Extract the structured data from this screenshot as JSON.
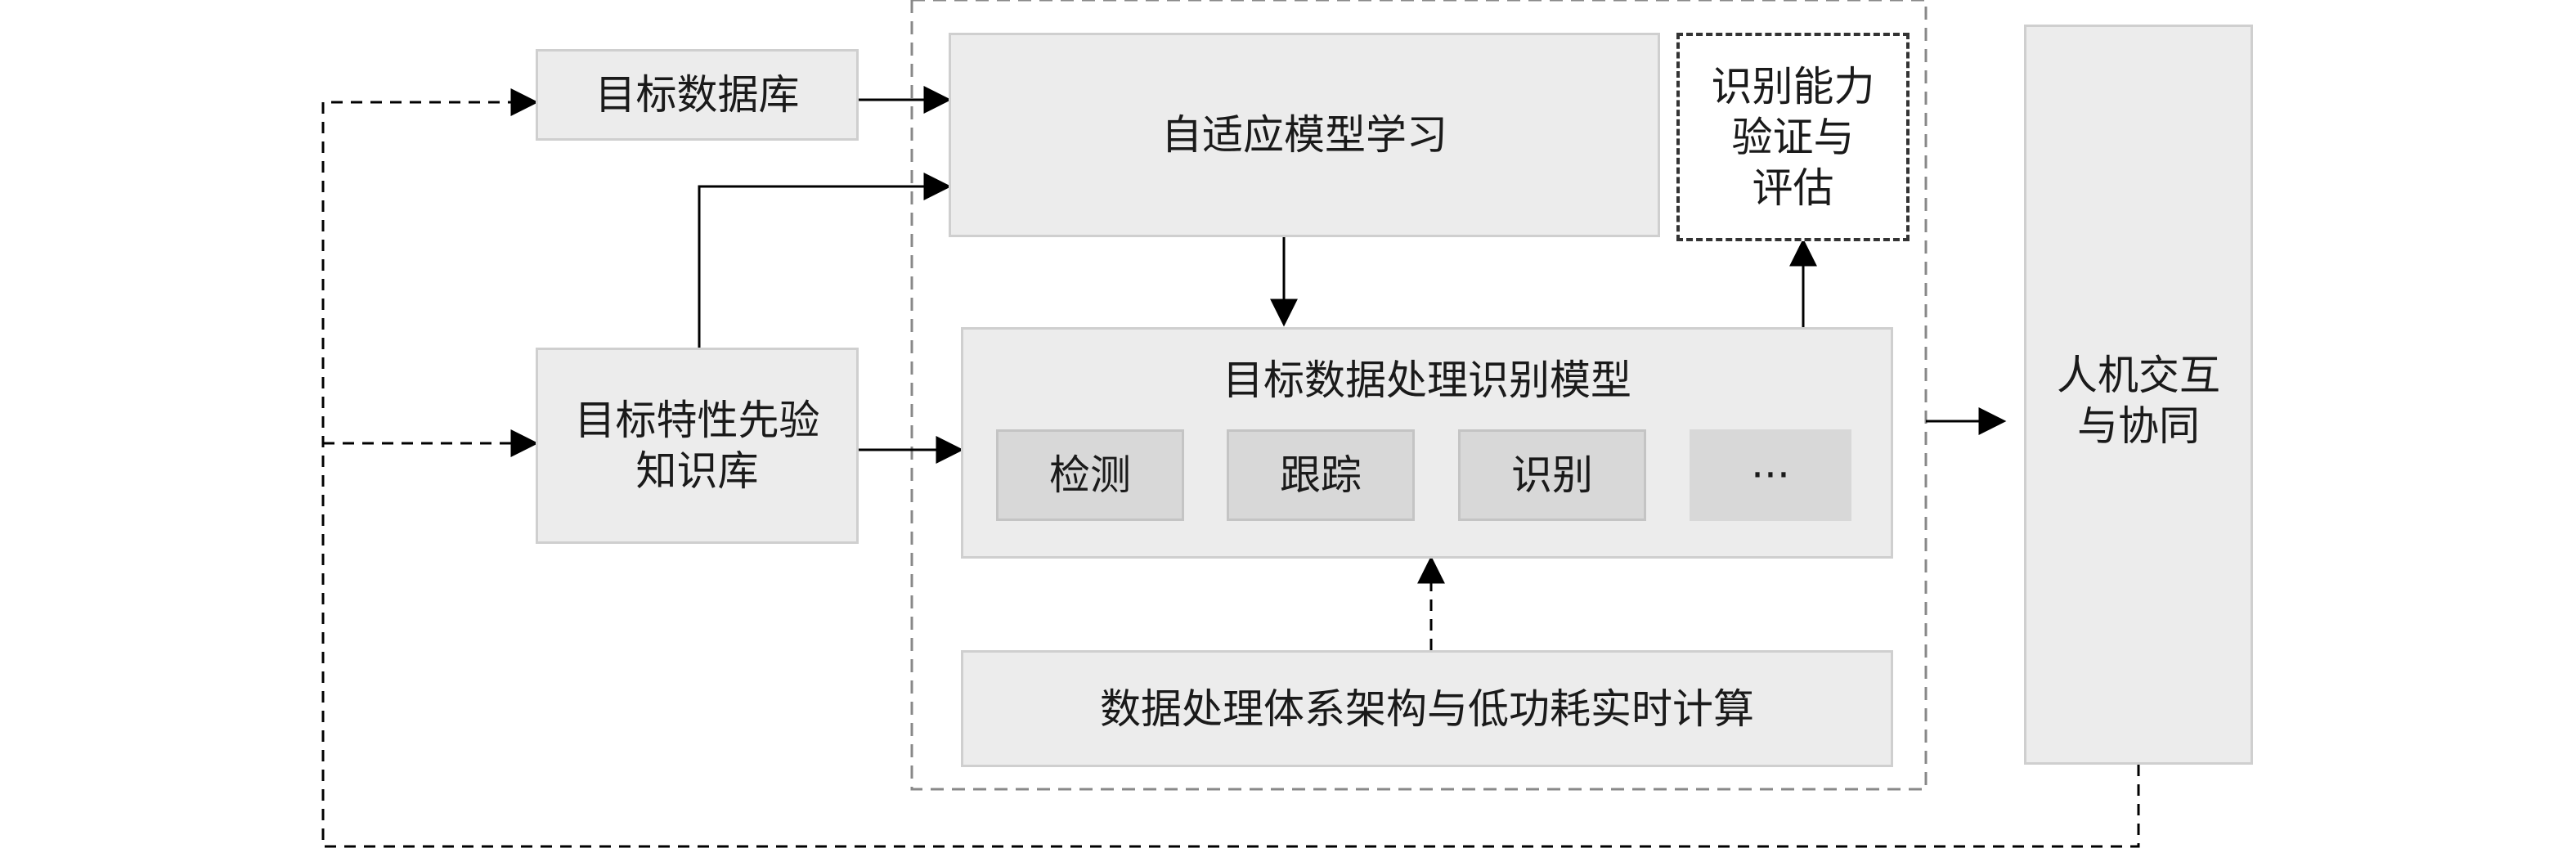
{
  "nodes": {
    "target_db": "目标数据库",
    "prior_kb": "目标特性先验\n知识库",
    "adaptive_learning": "自适应模型学习",
    "capability_eval": "识别能力\n验证与\n评估",
    "recognition_model": {
      "title": "目标数据处理识别模型",
      "subtasks": [
        "检测",
        "跟踪",
        "识别",
        "···"
      ]
    },
    "compute_arch": "数据处理体系架构与低功耗实时计算",
    "hmi": "人机交互\n与协同"
  },
  "colors": {
    "box_fill": "#ececec",
    "box_border": "#cfcfcf",
    "inner_fill": "#d8d8d8",
    "line": "#000000",
    "dashed_frame": "#888888"
  }
}
